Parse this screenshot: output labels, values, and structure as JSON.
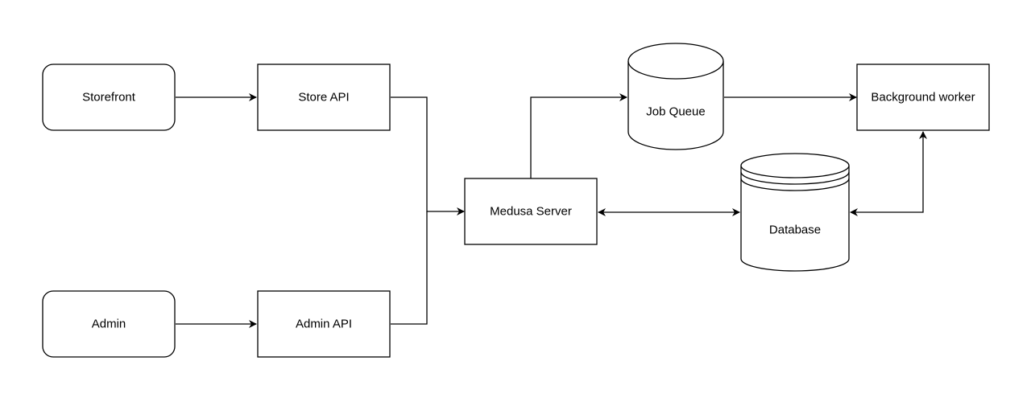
{
  "nodes": {
    "storefront": {
      "label": "Storefront",
      "shape": "rounded-rectangle"
    },
    "store_api": {
      "label": "Store API",
      "shape": "rectangle"
    },
    "admin": {
      "label": "Admin",
      "shape": "rounded-rectangle"
    },
    "admin_api": {
      "label": "Admin API",
      "shape": "rectangle"
    },
    "medusa_server": {
      "label": "Medusa Server",
      "shape": "rectangle"
    },
    "job_queue": {
      "label": "Job Queue",
      "shape": "cylinder"
    },
    "database": {
      "label": "Database",
      "shape": "cylinder-stacked"
    },
    "background_worker": {
      "label": "Background worker",
      "shape": "rectangle"
    }
  },
  "edges": [
    {
      "from": "storefront",
      "to": "store_api",
      "direction": "forward"
    },
    {
      "from": "admin",
      "to": "admin_api",
      "direction": "forward"
    },
    {
      "from": "store_api",
      "to": "medusa_server",
      "direction": "forward"
    },
    {
      "from": "admin_api",
      "to": "medusa_server",
      "direction": "forward"
    },
    {
      "from": "medusa_server",
      "to": "job_queue",
      "direction": "forward"
    },
    {
      "from": "job_queue",
      "to": "background_worker",
      "direction": "forward"
    },
    {
      "from": "medusa_server",
      "to": "database",
      "direction": "both"
    },
    {
      "from": "database",
      "to": "background_worker",
      "direction": "both"
    }
  ],
  "colors": {
    "stroke": "#000000",
    "fill": "#ffffff",
    "background": "#ffffff"
  }
}
